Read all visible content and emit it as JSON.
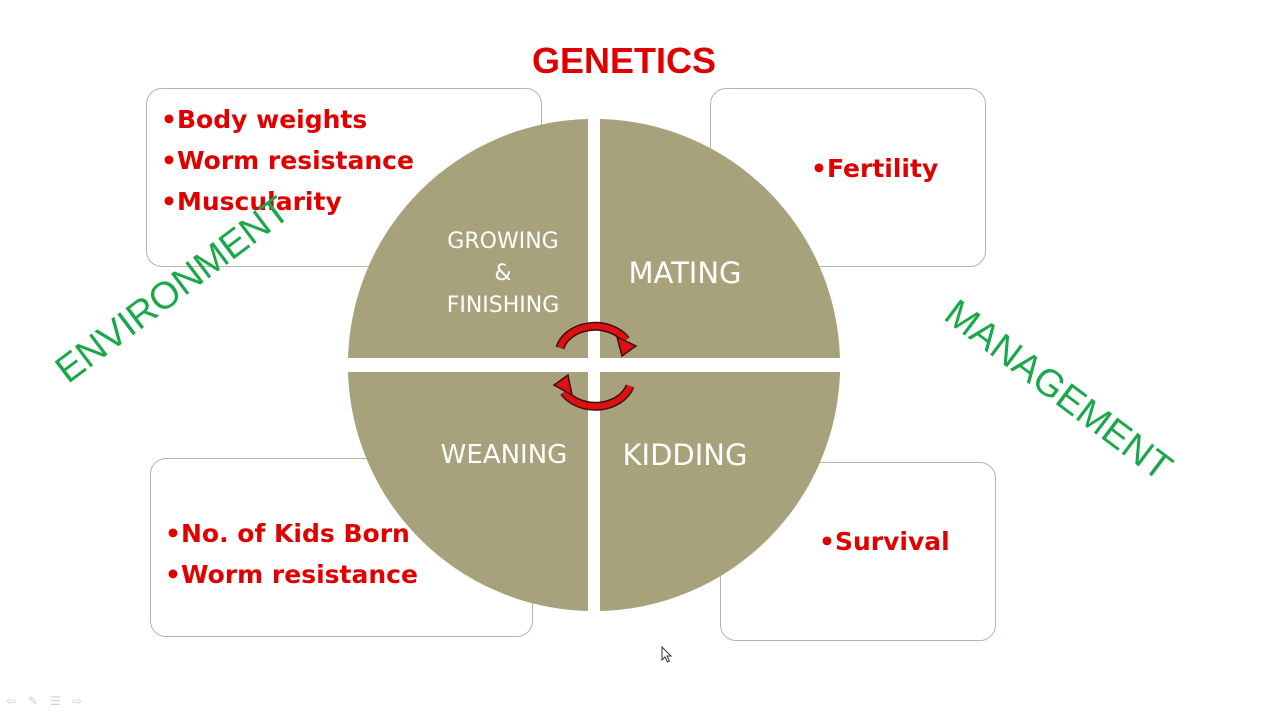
{
  "title": "GENETICS",
  "left_label": "ENVIRONMENT",
  "right_label": "MANAGEMENT",
  "boxes": {
    "top_left": [
      "Body weights",
      "Worm resistance",
      "Muscularity"
    ],
    "top_right": [
      "Fertility"
    ],
    "bottom_left": [
      "No. of Kids Born",
      "Worm resistance"
    ],
    "bottom_right": [
      "Survival"
    ]
  },
  "quadrants": {
    "top_left": "GROWING & FINISHING",
    "top_left_lines": [
      "GROWING",
      "&",
      "FINISHING"
    ],
    "top_right": "MATING",
    "bottom_left": "WEANING",
    "bottom_right": "KIDDING"
  },
  "colors": {
    "wheel": "#a8a27c",
    "accent_red": "#e00000",
    "accent_green": "#1aa84a",
    "box_border": "#b9b79f"
  },
  "icons": {
    "cycle": "circular-arrows-icon",
    "cursor": "mouse-pointer-icon"
  }
}
